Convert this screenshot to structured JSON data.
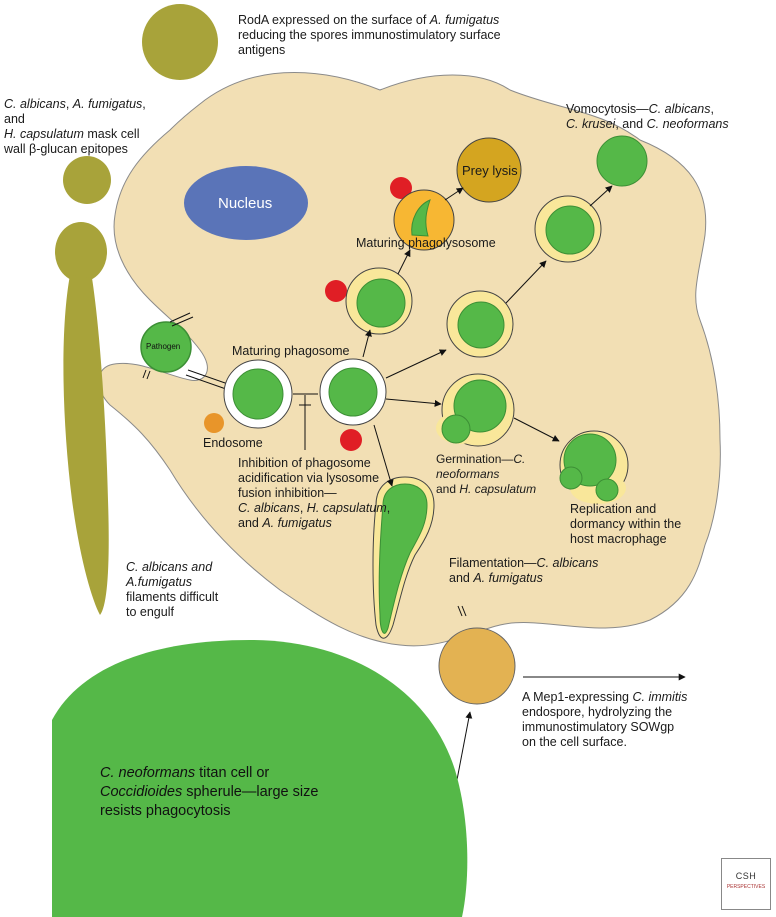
{
  "labels": {
    "roda_line1": "RodA expressed on the surface of",
    "roda_species": "A. fumigatus",
    "roda_line2": "reducing the spores immunostimulatory surface",
    "roda_line3": "antigens",
    "mask_sp1": "C. albicans",
    "mask_sep1": ", ",
    "mask_sp2": "A. fumigatus",
    "mask_sep2": ", and",
    "mask_sp3": "H. capsulatum",
    "mask_rest1": " mask cell",
    "mask_line3": "wall β-glucan epitopes",
    "nucleus": "Nucleus",
    "prey_lysis": "Prey lysis",
    "maturing_phagolysosome": "Maturing phagolysosome",
    "vomocytosis_lead": "Vomocytosis—",
    "vomocytosis_sp1": "C. albicans",
    "vomocytosis_sep": ",",
    "vomocytosis_sp2": "C. krusei",
    "vomocytosis_and": ", and ",
    "vomocytosis_sp3": "C. neoformans",
    "pathogen": "Pathogen",
    "maturing_phagosome": "Maturing phagosome",
    "endosome": "Endosome",
    "inhibition_line1": "Inhibition of phagosome",
    "inhibition_line2": "acidification via lysosome",
    "inhibition_line3": "fusion inhibition—",
    "inhibition_sp1": "C. albicans",
    "inhibition_sep": ", ",
    "inhibition_sp2": "H. capsulatum",
    "inhibition_sep2": ",",
    "inhibition_and": "and ",
    "inhibition_sp3": "A. fumigatus",
    "germination_lead": "Germination—",
    "germination_sp1": "C. neoformans",
    "germination_and": "and ",
    "germination_sp2": "H. capsulatum",
    "replication_line1": "Replication and",
    "replication_line2": "dormancy within the",
    "replication_line3": "host macrophage",
    "filamentation_lead": "Filamentation—",
    "filamentation_sp1": "C. albicans",
    "filamentation_and": "and ",
    "filamentation_sp2": "A. fumigatus",
    "filaments_sp": "C. albicans and",
    "filaments_sp2": "A.fumigatus",
    "filaments_rest1": "filaments difficult",
    "filaments_rest2": "to engulf",
    "mep1_line1_a": "A Mep1-expressing ",
    "mep1_species": "C. immitis",
    "mep1_line2": "endospore, hydrolyzing the",
    "mep1_line3": "immunostimulatory SOWgp",
    "mep1_line4": "on the cell surface.",
    "titan_sp1": "C. neoformans",
    "titan_rest1": "  titan cell or",
    "titan_sp2": "Coccidioides",
    "titan_rest2": " spherule—large size",
    "titan_line3": "resists phagocytosis",
    "logo": "CSH",
    "logo_sub": "PERSPECTIVES"
  },
  "colors": {
    "macrophage": "#f2dfb4",
    "macrophage_edge": "#777777",
    "olive": "#a8a33a",
    "green": "#55b848",
    "green_dark": "#3c8f35",
    "yellow_ring": "#f9e79a",
    "orange_phagolysosome": "#f7b733",
    "prey_lysis": "#d4a520",
    "nucleus": "#5a74b8",
    "red_lysosome": "#e01e25",
    "endosome": "#e8952a",
    "endospore": "#e3b252"
  }
}
